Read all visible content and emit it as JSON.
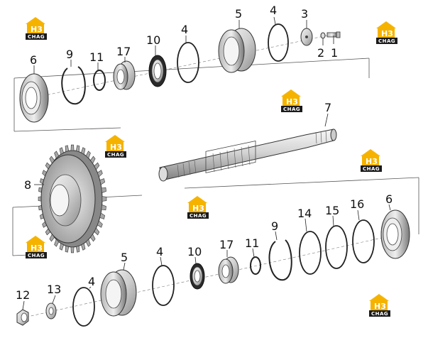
{
  "diagram": {
    "brand": {
      "mark": "H3",
      "sub": "CHAG",
      "color": "#f5b300",
      "dark": "#1a1a1a"
    },
    "labels": [
      {
        "id": "lbl-1",
        "text": "1"
      },
      {
        "id": "lbl-2",
        "text": "2"
      },
      {
        "id": "lbl-3",
        "text": "3"
      },
      {
        "id": "lbl-4a",
        "text": "4"
      },
      {
        "id": "lbl-5a",
        "text": "5"
      },
      {
        "id": "lbl-4b",
        "text": "4"
      },
      {
        "id": "lbl-10a",
        "text": "10"
      },
      {
        "id": "lbl-17a",
        "text": "17"
      },
      {
        "id": "lbl-11a",
        "text": "11"
      },
      {
        "id": "lbl-9a",
        "text": "9"
      },
      {
        "id": "lbl-6a",
        "text": "6"
      },
      {
        "id": "lbl-7",
        "text": "7"
      },
      {
        "id": "lbl-8",
        "text": "8"
      },
      {
        "id": "lbl-14",
        "text": "14"
      },
      {
        "id": "lbl-15",
        "text": "15"
      },
      {
        "id": "lbl-16",
        "text": "16"
      },
      {
        "id": "lbl-6b",
        "text": "6"
      },
      {
        "id": "lbl-9b",
        "text": "9"
      },
      {
        "id": "lbl-11b",
        "text": "11"
      },
      {
        "id": "lbl-17b",
        "text": "17"
      },
      {
        "id": "lbl-10b",
        "text": "10"
      },
      {
        "id": "lbl-4c",
        "text": "4"
      },
      {
        "id": "lbl-5b",
        "text": "5"
      },
      {
        "id": "lbl-4d",
        "text": "4"
      },
      {
        "id": "lbl-13",
        "text": "13"
      },
      {
        "id": "lbl-12",
        "text": "12"
      }
    ]
  }
}
